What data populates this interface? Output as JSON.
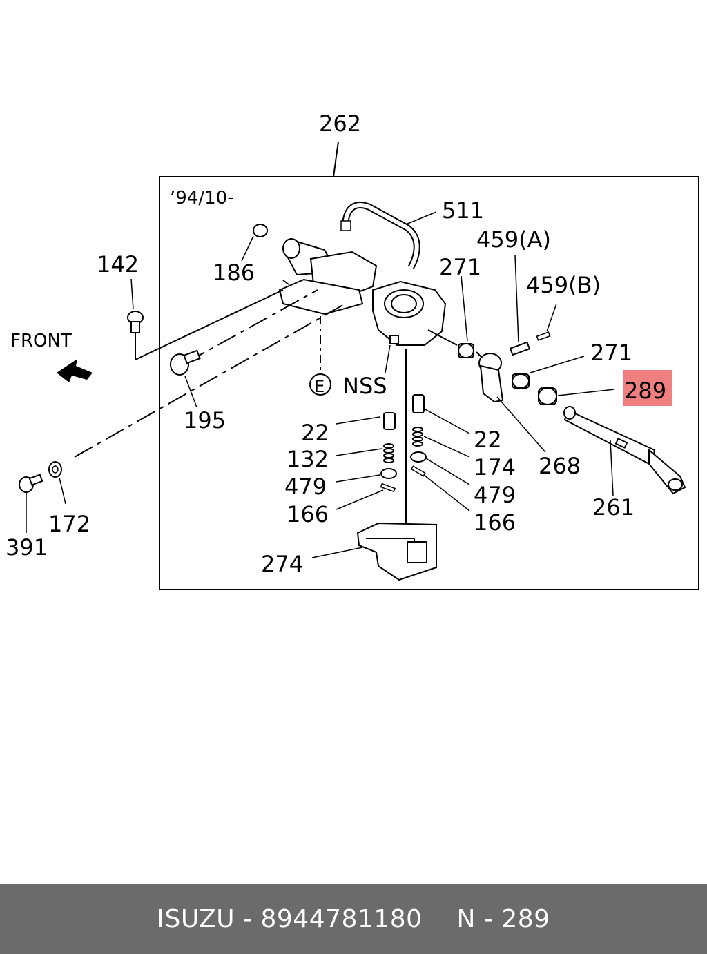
{
  "diagram": {
    "date_code": "’94/10-",
    "front_label": "FRONT",
    "circle_label": "E",
    "nss_label": "NSS",
    "highlight_color": "#f08080",
    "callouts": {
      "c262": "262",
      "c511": "511",
      "c186": "186",
      "c142": "142",
      "c459a": "459(A)",
      "c271a": "271",
      "c459b": "459(B)",
      "c271b": "271",
      "c289": "289",
      "c195": "195",
      "c22a": "22",
      "c22b": "22",
      "c132": "132",
      "c174": "174",
      "c268": "268",
      "c479a": "479",
      "c479b": "479",
      "c166a": "166",
      "c166b": "166",
      "c261": "261",
      "c172": "172",
      "c391": "391",
      "c274": "274"
    }
  },
  "footer": {
    "brand": "ISUZU",
    "separator": " - ",
    "part_number": "8944781180",
    "ref_label": "N - 289"
  }
}
